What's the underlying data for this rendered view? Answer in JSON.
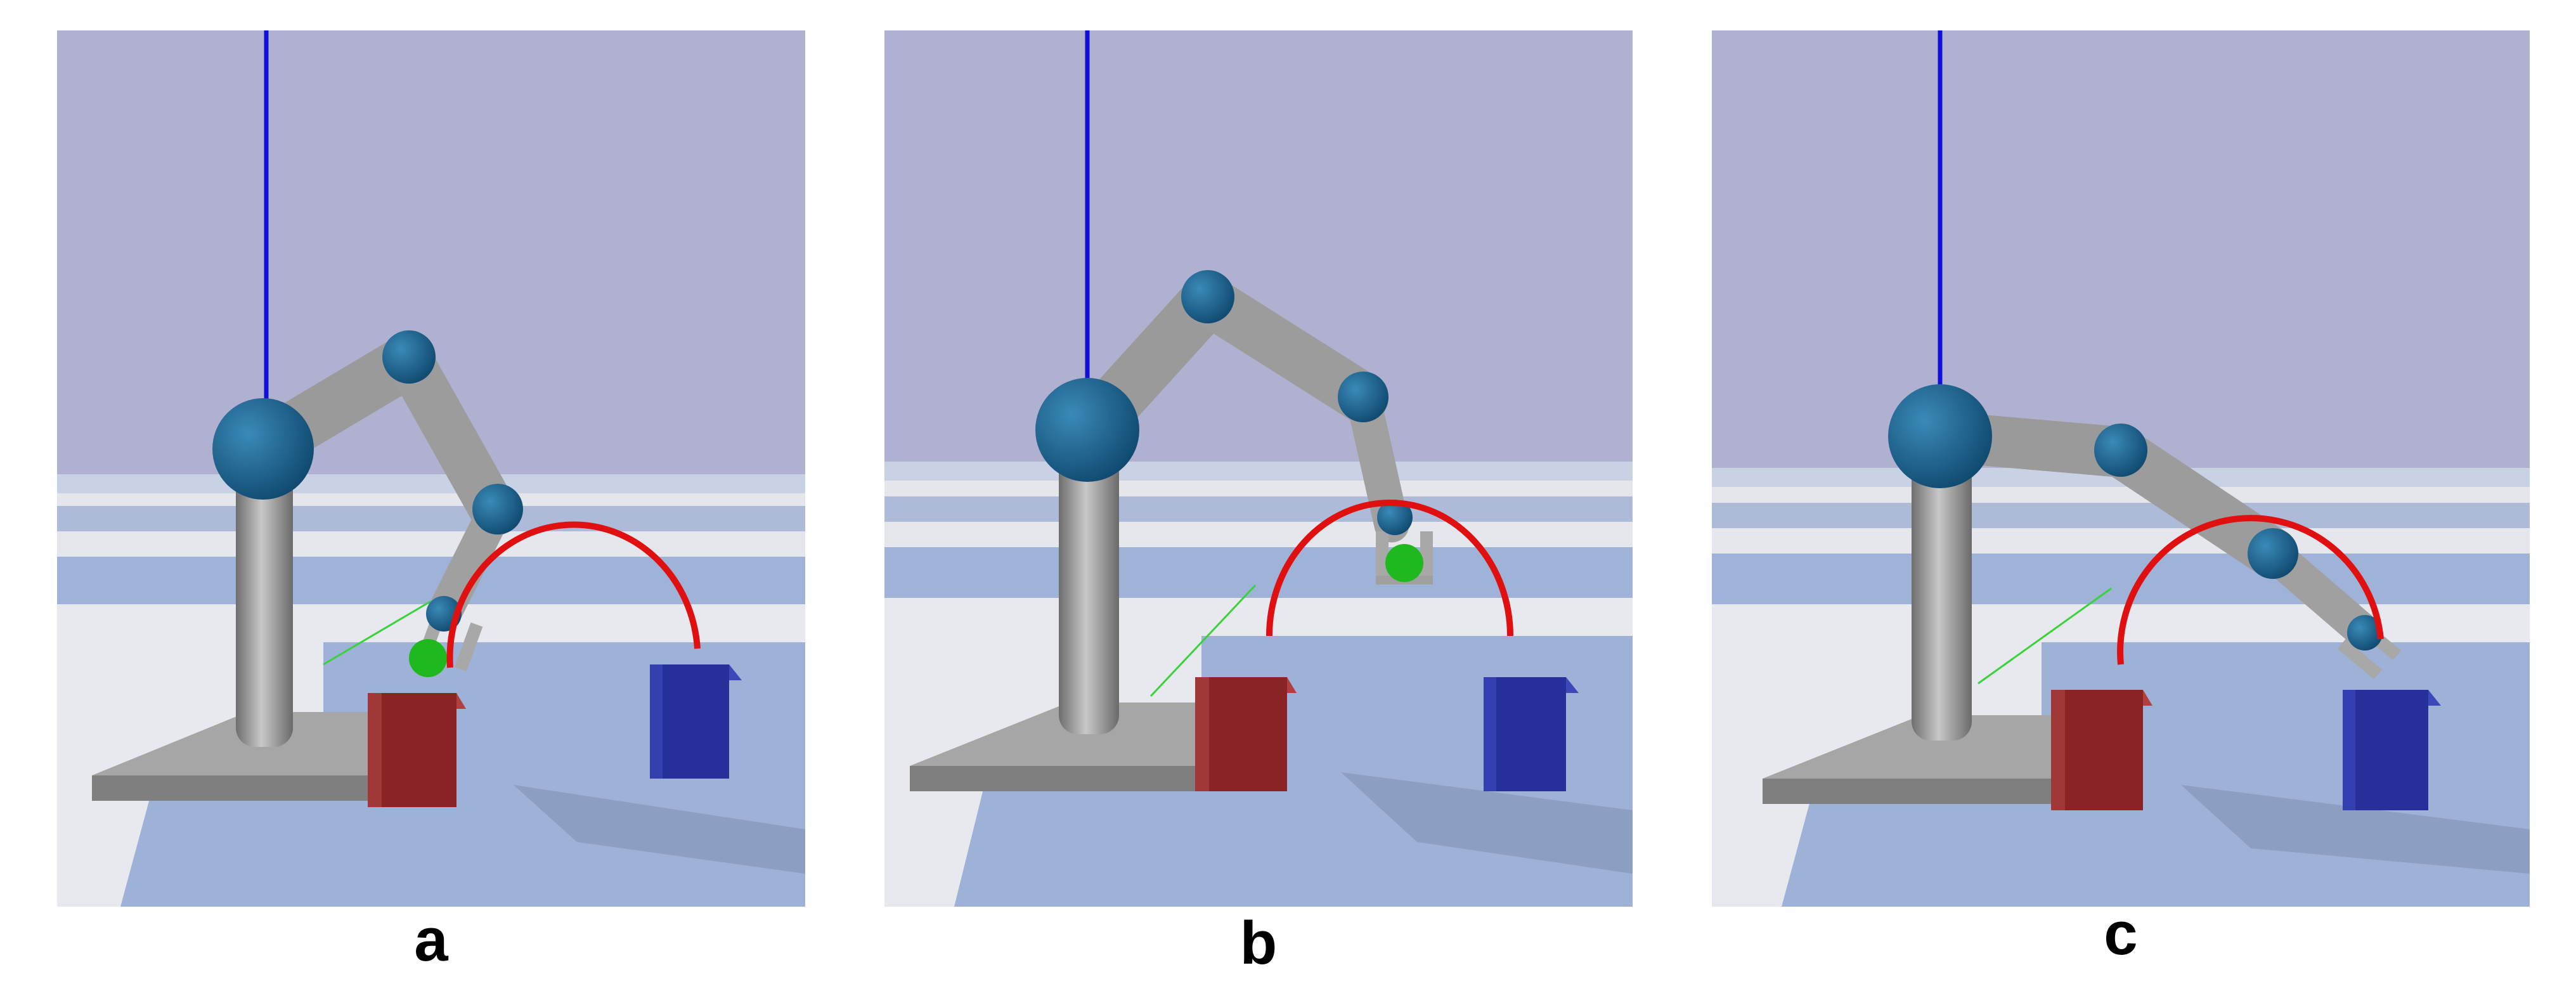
{
  "figure": {
    "panels": [
      {
        "label": "a",
        "description_key": "robot-arm-grasping-ball-at-red-box"
      },
      {
        "label": "b",
        "description_key": "robot-arm-carrying-ball-along-arc"
      },
      {
        "label": "c",
        "description_key": "robot-arm-placing-at-blue-box"
      }
    ]
  },
  "colors": {
    "sky": "#b0b1d0",
    "floor_light": "#e8e9ee",
    "floor_blue": "#9eb2d8",
    "arm_gray": "#8c8c8c",
    "joint_blue": "#1a6a96",
    "base_gray": "#9a9a9a",
    "red_box": "#8a2424",
    "blue_box": "#26309a",
    "trajectory": "#e01010",
    "ball_green": "#1fb81f",
    "axis_blue": "#1010d8"
  }
}
